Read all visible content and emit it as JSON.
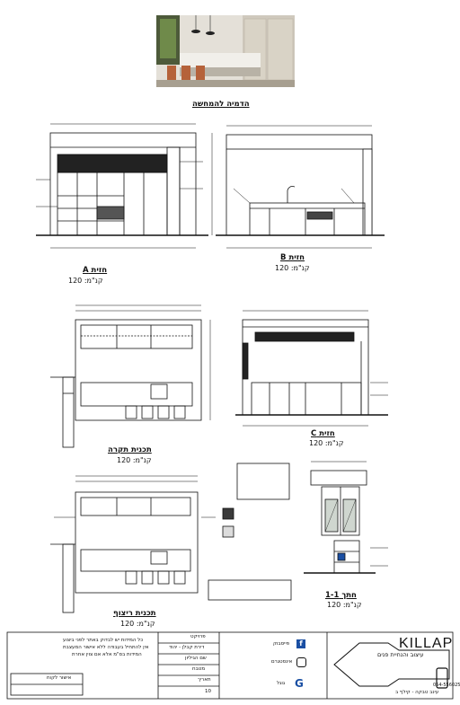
{
  "sheet": {
    "main_title": "הדמיה להמחשה",
    "views": [
      {
        "title": "חזית A",
        "scale": "120 :קנ\"מ"
      },
      {
        "title": "חזית B",
        "scale": "120 :קנ\"מ"
      },
      {
        "title": "תכנית תקרה",
        "scale": "120 :קנ\"מ"
      },
      {
        "title": "חזית C",
        "scale": "120 :קנ\"מ"
      },
      {
        "title": "תכנית ריצוף",
        "scale": "120 :קנ\"מ"
      },
      {
        "title": "חתך 1-1",
        "scale": "120 :קנ\"מ"
      }
    ],
    "colors": {
      "line": "#111111",
      "dark_fill": "#2a2a2a",
      "swatch_dark": "#3a3a3a",
      "swatch_light": "#dcdcdc",
      "accent_blue": "#1a4fa3"
    }
  },
  "title_block": {
    "brand": "KILLAP",
    "brand_sub": "עיצוב והנחיית פנים",
    "designer": "עינב טבקה - קילף ב",
    "phone": "054-5560258",
    "facebook_label": "פייסבוק",
    "instagram_label": "אינסטגרם",
    "google_label": "גוגל",
    "project_label": "פרויקט",
    "project_name": "דירת קבלן - יהוד",
    "sheet_label": "שם הגיליון",
    "sheet_name": "מטבח",
    "date_label": "תאריך",
    "notes": [
      "כל המידות יש לבדוק באתר לפני ביצוע",
      "אין להתחיל בעבודה ללא אישור המעצבת",
      "המידות בס\"מ אלא אם צוין אחרת"
    ],
    "approval_label": "אישור לקוח",
    "sheet_number": "10"
  }
}
